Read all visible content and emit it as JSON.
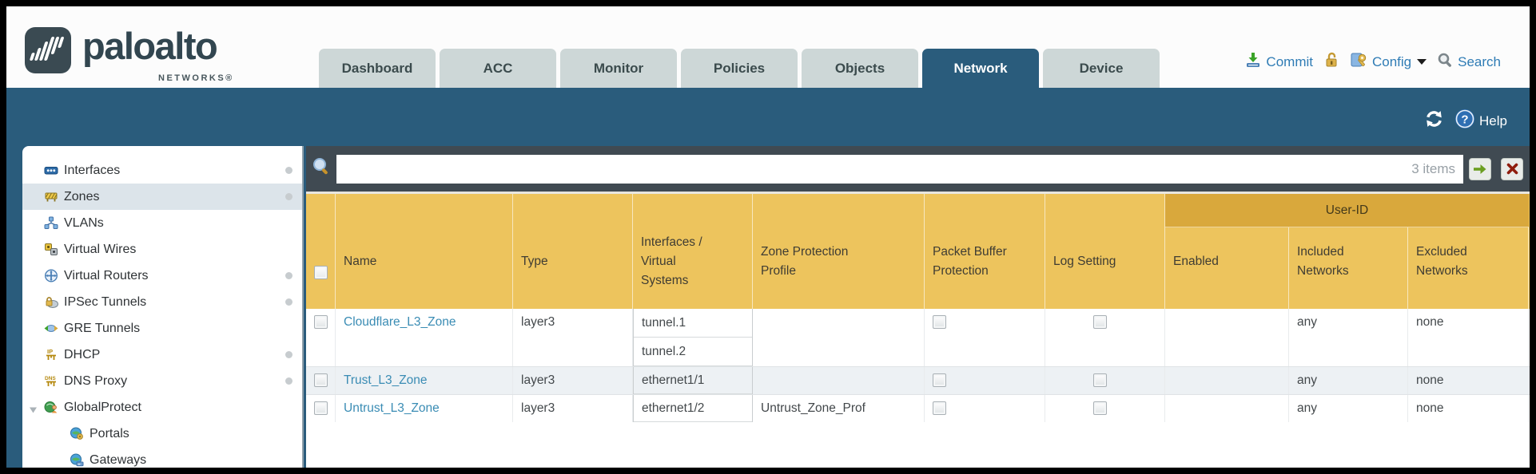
{
  "brand": {
    "name": "paloalto",
    "subtitle": "NETWORKS®"
  },
  "nav": {
    "tabs": [
      {
        "label": "Dashboard",
        "active": false
      },
      {
        "label": "ACC",
        "active": false
      },
      {
        "label": "Monitor",
        "active": false
      },
      {
        "label": "Policies",
        "active": false
      },
      {
        "label": "Objects",
        "active": false
      },
      {
        "label": "Network",
        "active": true
      },
      {
        "label": "Device",
        "active": false
      }
    ],
    "actions": {
      "commit": "Commit",
      "config": "Config",
      "search": "Search"
    }
  },
  "subheader": {
    "help_label": "Help"
  },
  "sidebar": {
    "items": [
      {
        "label": "Interfaces",
        "icon": "interfaces-icon",
        "dot": true
      },
      {
        "label": "Zones",
        "icon": "zones-icon",
        "dot": true,
        "selected": true
      },
      {
        "label": "VLANs",
        "icon": "vlans-icon",
        "dot": false
      },
      {
        "label": "Virtual Wires",
        "icon": "virtual-wires-icon",
        "dot": false
      },
      {
        "label": "Virtual Routers",
        "icon": "virtual-routers-icon",
        "dot": true
      },
      {
        "label": "IPSec Tunnels",
        "icon": "ipsec-tunnels-icon",
        "dot": true
      },
      {
        "label": "GRE Tunnels",
        "icon": "gre-tunnels-icon",
        "dot": false
      },
      {
        "label": "DHCP",
        "icon": "dhcp-icon",
        "dot": true
      },
      {
        "label": "DNS Proxy",
        "icon": "dns-proxy-icon",
        "dot": true
      },
      {
        "label": "GlobalProtect",
        "icon": "globalprotect-icon",
        "dot": false,
        "expanded": true
      },
      {
        "label": "Portals",
        "icon": "portals-icon",
        "indent": 1
      },
      {
        "label": "Gateways",
        "icon": "gateways-icon",
        "indent": 1
      }
    ]
  },
  "filterbar": {
    "value": "",
    "items_count": "3 items"
  },
  "table": {
    "group_header": "User-ID",
    "columns": [
      "Name",
      "Type",
      "Interfaces / Virtual Systems",
      "Zone Protection Profile",
      "Packet Buffer Protection",
      "Log Setting",
      "Enabled",
      "Included Networks",
      "Excluded Networks"
    ],
    "rows": [
      {
        "name": "Cloudflare_L3_Zone",
        "type": "layer3",
        "interfaces": [
          "tunnel.1",
          "tunnel.2"
        ],
        "zone_protection_profile": "",
        "log_setting": "",
        "included_networks": "any",
        "excluded_networks": "none"
      },
      {
        "name": "Trust_L3_Zone",
        "type": "layer3",
        "interfaces": [
          "ethernet1/1"
        ],
        "zone_protection_profile": "",
        "log_setting": "",
        "included_networks": "any",
        "excluded_networks": "none"
      },
      {
        "name": "Untrust_L3_Zone",
        "type": "layer3",
        "interfaces": [
          "ethernet1/2"
        ],
        "zone_protection_profile": "Untrust_Zone_Prof",
        "log_setting": "",
        "included_networks": "any",
        "excluded_networks": "none"
      }
    ]
  }
}
